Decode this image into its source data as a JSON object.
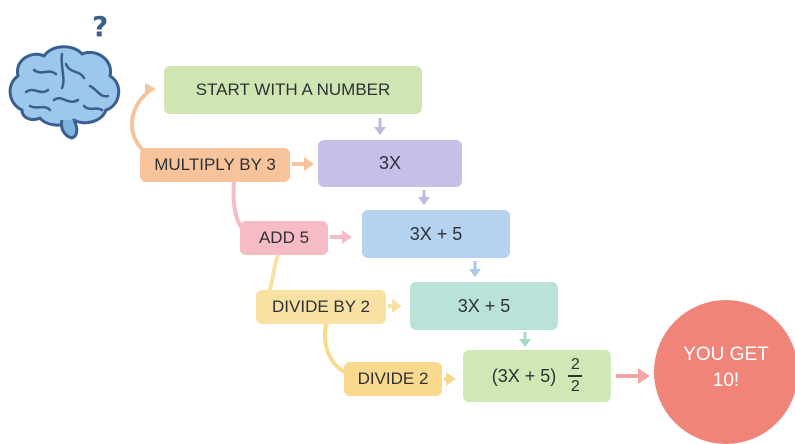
{
  "question_mark": "?",
  "steps": {
    "start": "START WITH A NUMBER",
    "multiply_label": "MULTIPLY BY 3",
    "multiply_result": "3X",
    "add_label": "ADD 5",
    "add_result": "3X + 5",
    "divide_label": "DIVIDE BY 2",
    "divide_result": "3X + 5",
    "divide2_label": "DIVIDE 2",
    "divide2_expr": "(3X + 5)",
    "fraction_numerator": "2",
    "fraction_denominator": "2"
  },
  "result": {
    "line1": "YOU GET",
    "line2": "10!"
  },
  "icons": {
    "brain": "brain-icon",
    "question": "question-mark-icon"
  },
  "colors": {
    "start_box": "#cfe6b3",
    "multiply_label": "#f7c39a",
    "multiply_box": "#c8bfe8",
    "add_label": "#f5bcc6",
    "add_box": "#b6d2f1",
    "divide_label": "#f7e2a3",
    "divide_box": "#b9e3d9",
    "divide2_label": "#f8d98e",
    "final_box": "#cfe8b5",
    "result_circle": "#f08478",
    "brain": "#9cc8ec",
    "brain_outline": "#3a5f8e"
  }
}
